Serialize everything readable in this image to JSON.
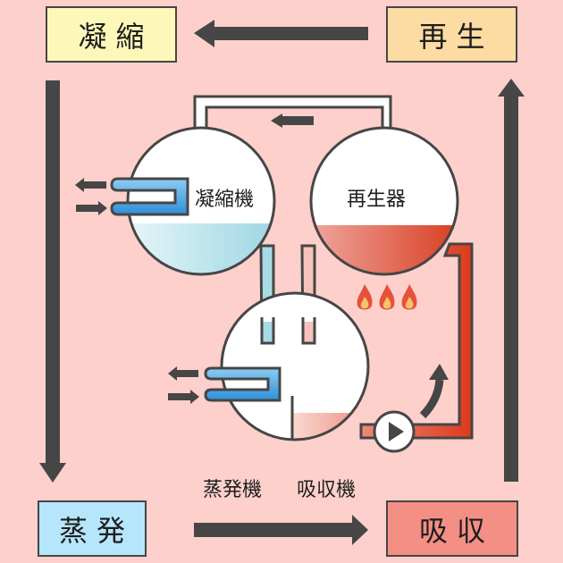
{
  "title": "Absorption refrigeration cycle",
  "stages": {
    "condense": "凝縮",
    "regenerate": "再生",
    "evaporate": "蒸発",
    "absorb": "吸収"
  },
  "components": {
    "condenser": "凝縮機",
    "regenerator": "再生器",
    "evaporator": "蒸発機",
    "absorber": "吸収機"
  },
  "colors": {
    "background": "#fdd0cb",
    "condense_box": "#fdf8b9",
    "regenerate_box": "#fddca3",
    "evaporate_box": "#b6e6fb",
    "absorb_box": "#f48f86",
    "arrow": "#464646",
    "coolant": "#a8dbe6",
    "hot_liquid": "#e0402a",
    "coil": "#3a9be0"
  },
  "icons": [
    "flame-icon",
    "pump-icon",
    "arrow-icon",
    "coil-icon"
  ]
}
